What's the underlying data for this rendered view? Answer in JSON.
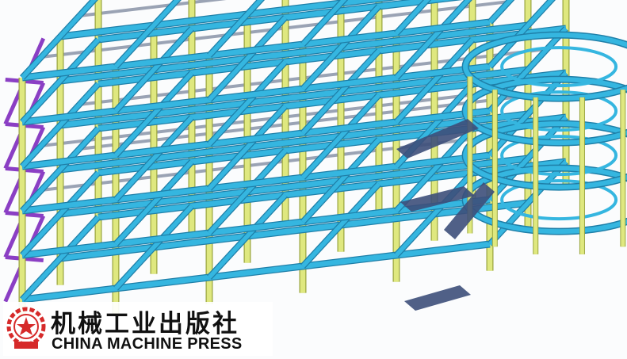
{
  "image": {
    "subject": "isometric steel frame building model with spiral ramp",
    "colors": {
      "background": "#fbfcfd",
      "beam": "#35b6e0",
      "beam_edge": "#1f7fa8",
      "column": "#dfe87f",
      "column_edge": "#9aa640",
      "brace": "#8b3fc4",
      "stair": "#3d4f7a",
      "purlin": "#9aa3b4"
    }
  },
  "publisher": {
    "name_cn": "机械工业出版社",
    "name_en": "CHINA MACHINE PRESS",
    "seal_color": "#d62a2a"
  }
}
